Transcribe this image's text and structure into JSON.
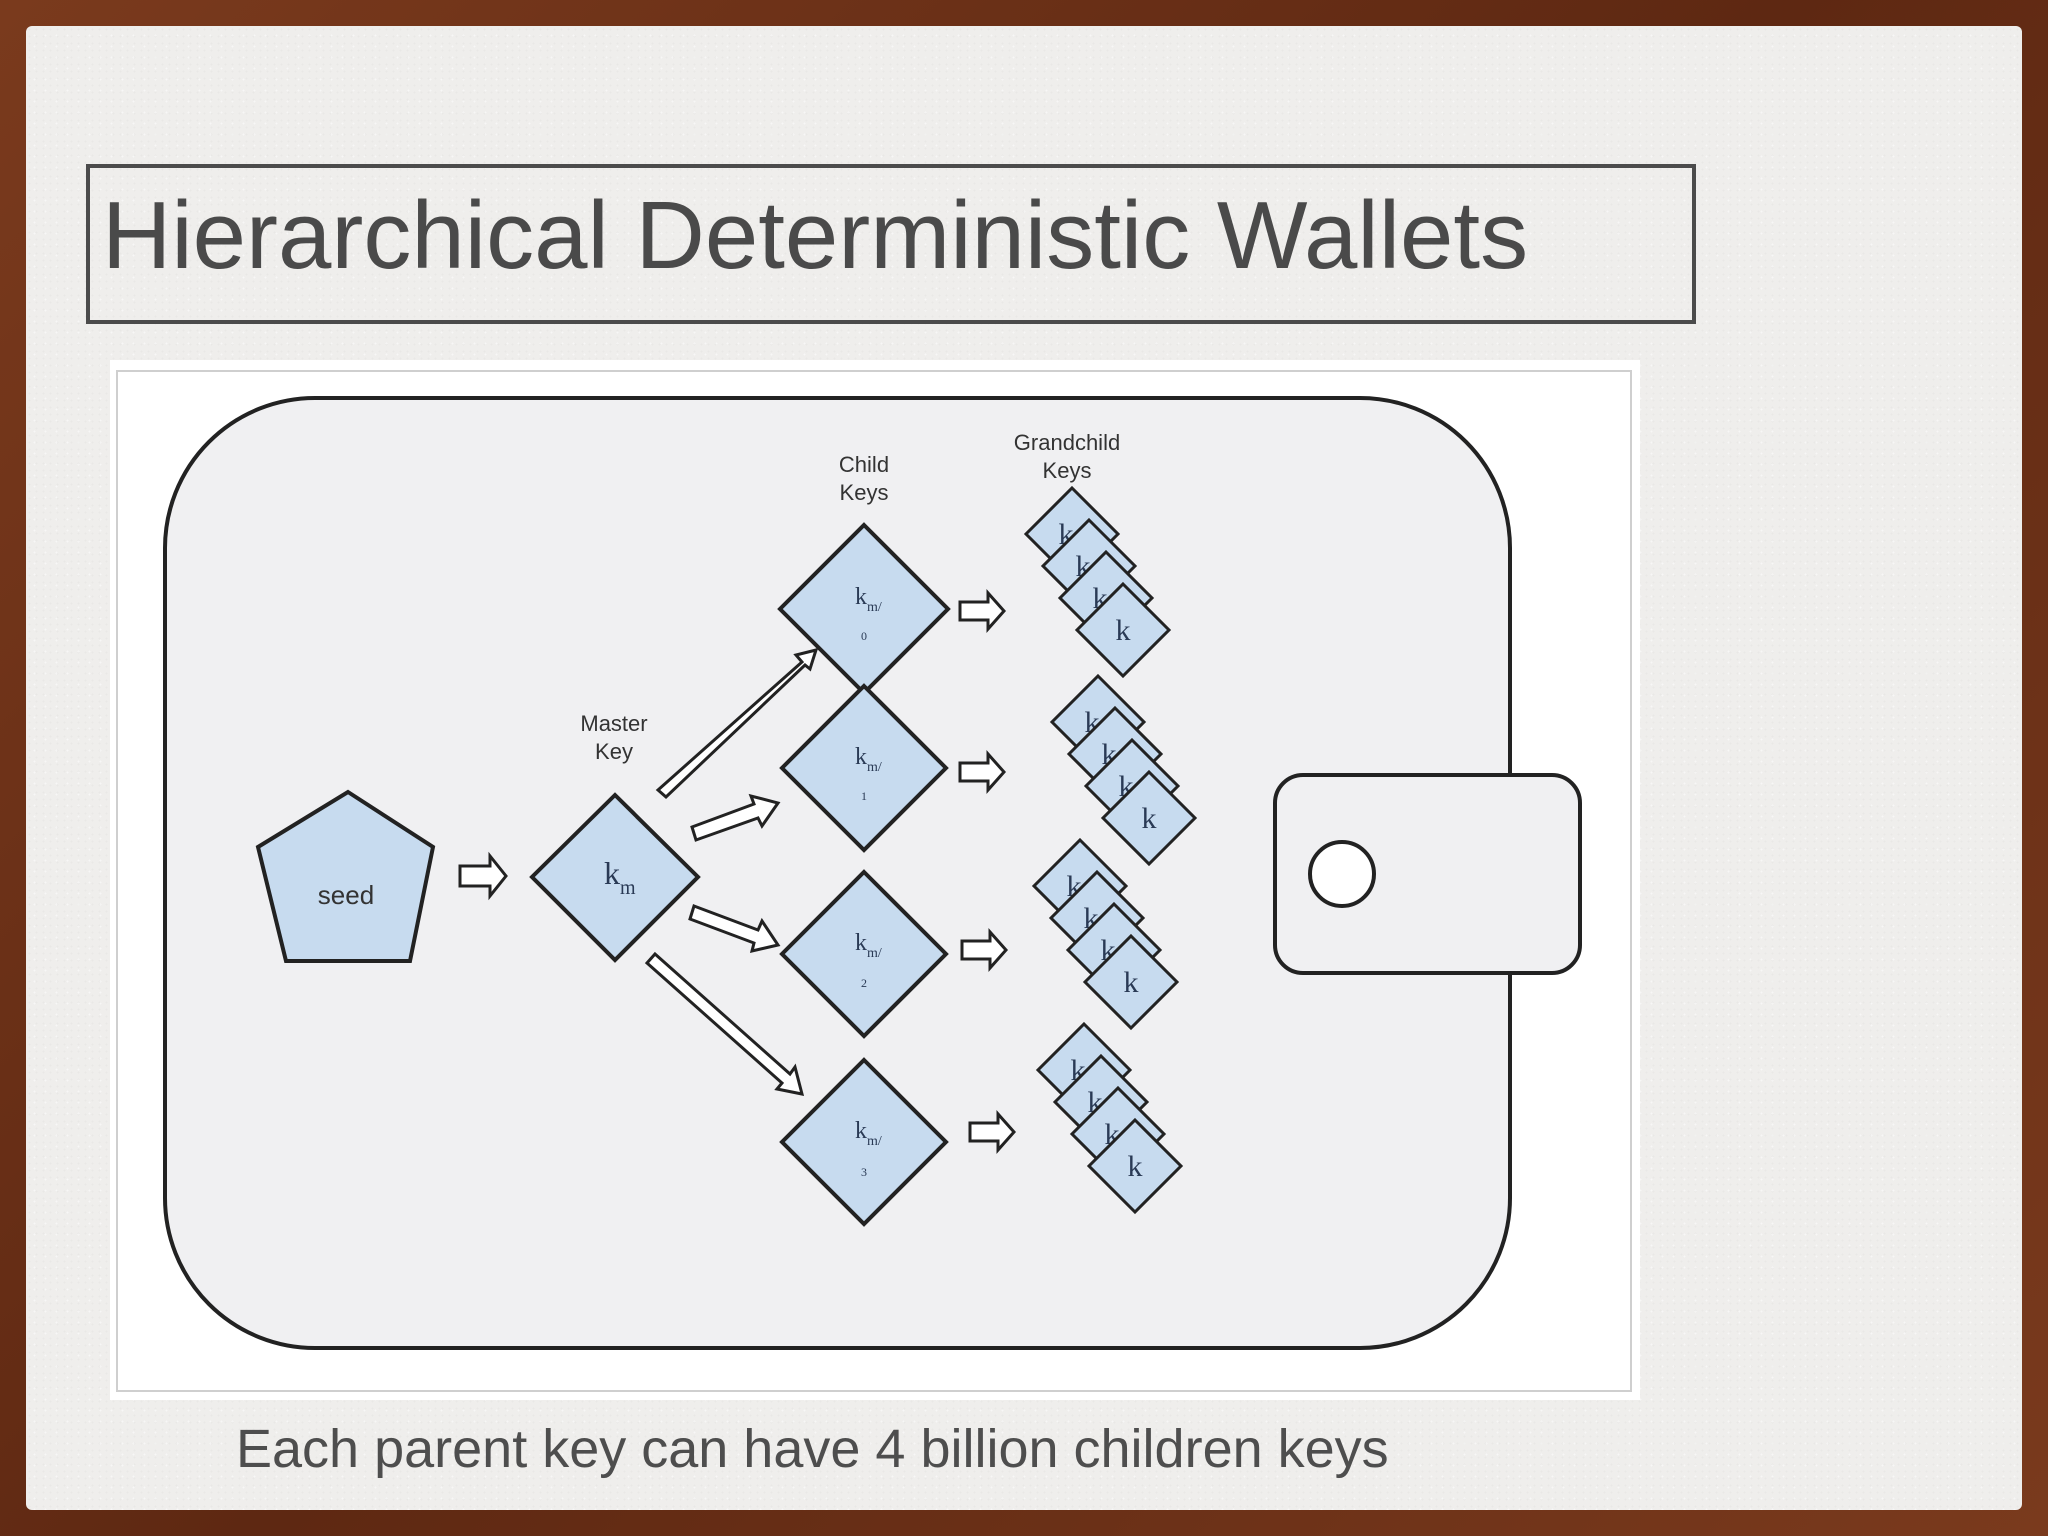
{
  "slide": {
    "title": "Hierarchical Deterministic Wallets",
    "caption": "Each parent key can have 4 billion children keys"
  },
  "diagram": {
    "seed_label": "seed",
    "master_header_line1": "Master",
    "master_header_line2": "Key",
    "master_key_label": "k",
    "master_key_sub": "m",
    "child_header_line1": "Child",
    "child_header_line2": "Keys",
    "grandchild_header_line1": "Grandchild",
    "grandchild_header_line2": "Keys",
    "child_keys": [
      {
        "base": "k",
        "sub": "m/",
        "index": "0"
      },
      {
        "base": "k",
        "sub": "m/",
        "index": "1"
      },
      {
        "base": "k",
        "sub": "m/",
        "index": "2"
      },
      {
        "base": "k",
        "sub": "m/",
        "index": "3"
      }
    ],
    "grandchild_key_label": "k",
    "colors": {
      "shape_fill": "#c7dbef",
      "stroke": "#222222",
      "wallet_fill": "#f0f0f2"
    }
  }
}
